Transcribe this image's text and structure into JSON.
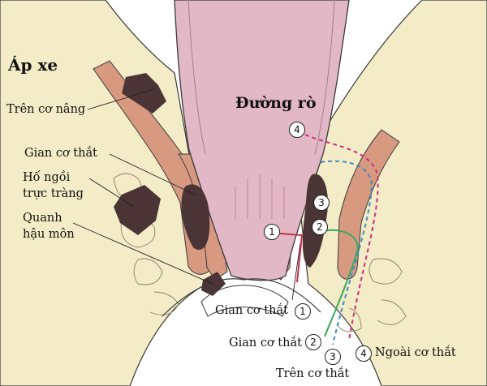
{
  "title": "Áp xe",
  "fistula_title": "Đường rò",
  "abscess_labels": {
    "levator": "Trên cơ nâng",
    "intersphincteric": "Gian cơ thắt",
    "ischiorectal_1": "Hố ngồi",
    "ischiorectal_2": "trực tràng",
    "perianal_1": "Quanh",
    "perianal_2": "hậu môn"
  },
  "fistula_labels": {
    "n1": "Gian cơ thắt",
    "n2": "Gian cơ thắt",
    "n3": "Trên cơ thắt",
    "n4": "Ngoài cơ thắt"
  },
  "markers": {
    "one": "1",
    "two": "2",
    "three": "3",
    "four": "4"
  },
  "colors": {
    "background_tissue": "#f3ecc6",
    "muscle": "#d79a80",
    "rectal_lumen": "#e2b7c6",
    "abscess": "#4a3436",
    "tract_4": "#cf2e7f",
    "tract_3": "#3f8cc4",
    "tract_2": "#3aa85c",
    "tract_1": "#c23246"
  }
}
